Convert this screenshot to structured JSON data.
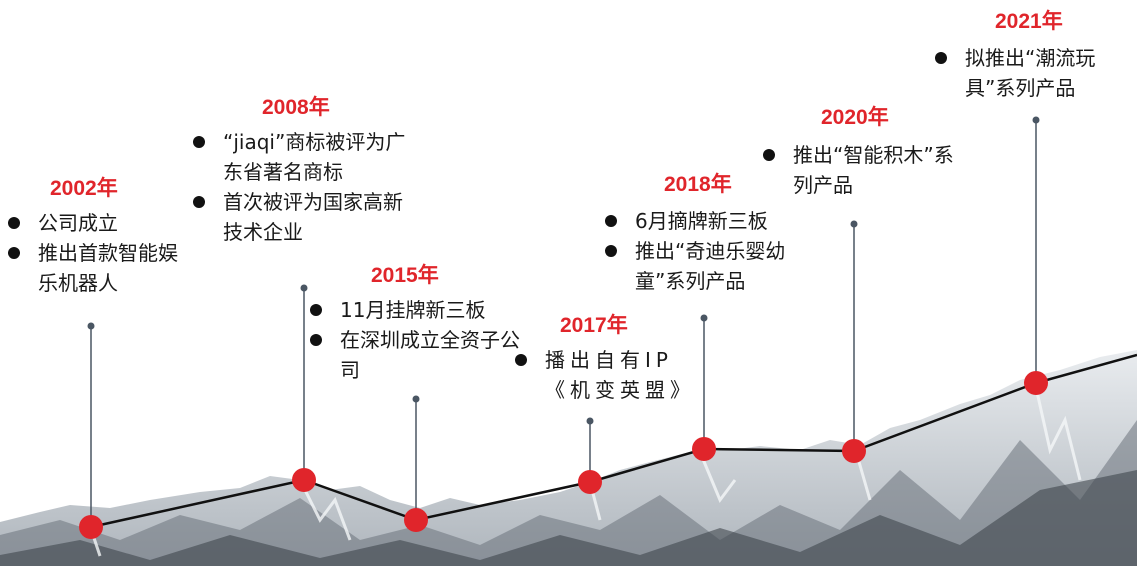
{
  "milestones": [
    {
      "year": "2002年",
      "events": [
        "公司成立",
        "推出首款智能娱乐机器人"
      ]
    },
    {
      "year": "2008年",
      "events": [
        "“jiaqi”商标被评为广东省著名商标",
        "首次被评为国家高新技术企业"
      ]
    },
    {
      "year": "2015年",
      "events": [
        "11月挂牌新三板",
        "在深圳成立全资子公司"
      ]
    },
    {
      "year": "2017年",
      "events": [
        "播出自有IP《机变英盟》"
      ]
    },
    {
      "year": "2018年",
      "events": [
        "6月摘牌新三板",
        "推出“奇迪乐婴幼童”系列产品"
      ]
    },
    {
      "year": "2020年",
      "events": [
        "推出“智能积木”系列产品"
      ]
    },
    {
      "year": "2021年",
      "events": [
        "拟推出“潮流玩具”系列产品"
      ]
    }
  ],
  "colors": {
    "accent": "#e0252b",
    "line": "#111111",
    "stem": "#4a5663"
  }
}
